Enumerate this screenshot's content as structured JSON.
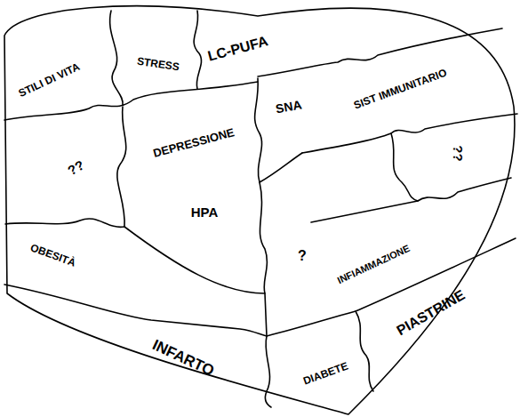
{
  "diagram": {
    "labels": [
      "STILI DI VITA",
      "STRESS",
      "LC-PUFA",
      "SIST IMMUNITARIO",
      "SNA",
      "??",
      "DEPRESSIONE",
      "??",
      "HPA",
      "?",
      "OBESITÀ",
      "INFIAMMAZIONE",
      "INFARTO",
      "PIASTRINE",
      "DIABETE"
    ]
  }
}
